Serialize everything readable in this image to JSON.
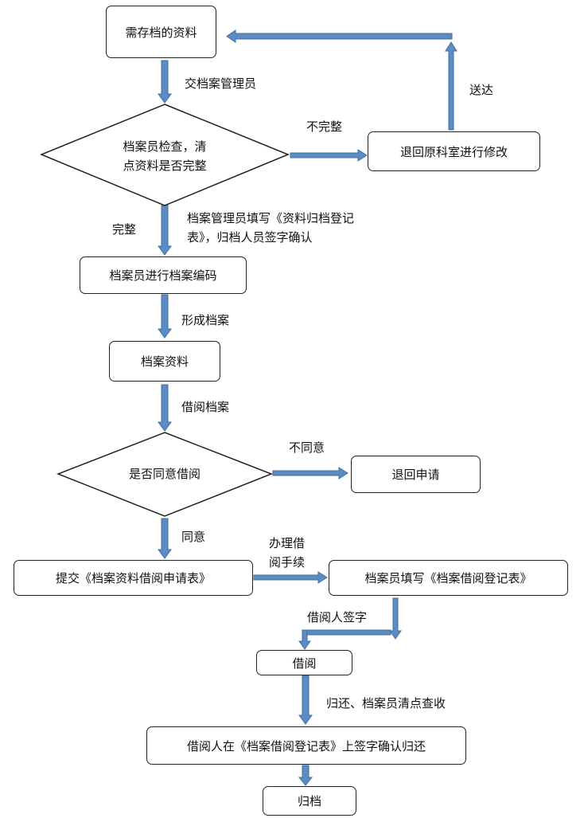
{
  "nodes": {
    "start": "需存档的资料",
    "check_line1": "档案员检查，清",
    "check_line2": "点资料是否完整",
    "return_fix": "退回原科室进行修改",
    "encode": "档案员进行档案编码",
    "archive": "档案资料",
    "agree_q": "是否同意借阅",
    "return_apply": "退回申请",
    "submit": "提交《档案资料借阅申请表》",
    "fill_reg": "档案员填写《档案借阅登记表》",
    "borrow": "借阅",
    "sign_return": "借阅人在《档案借阅登记表》上签字确认归还",
    "file": "归档"
  },
  "edges": {
    "to_admin": "交档案管理员",
    "send": "送达",
    "incomplete": "不完整",
    "complete": "完整",
    "fill_form_line1": "档案管理员填写《资料归档登记",
    "fill_form_line2": "表》，归档人员签字确认",
    "form_archive": "形成档案",
    "borrow_archive": "借阅档案",
    "disagree": "不同意",
    "agree": "同意",
    "procedure_line1": "办理借",
    "procedure_line2": "阅手续",
    "borrower_sign": "借阅人签字",
    "return_check": "归还、档案员清点查收"
  },
  "colors": {
    "arrow": "#5B8CC4",
    "arrow_edge": "#41719C",
    "border": "#222222"
  }
}
